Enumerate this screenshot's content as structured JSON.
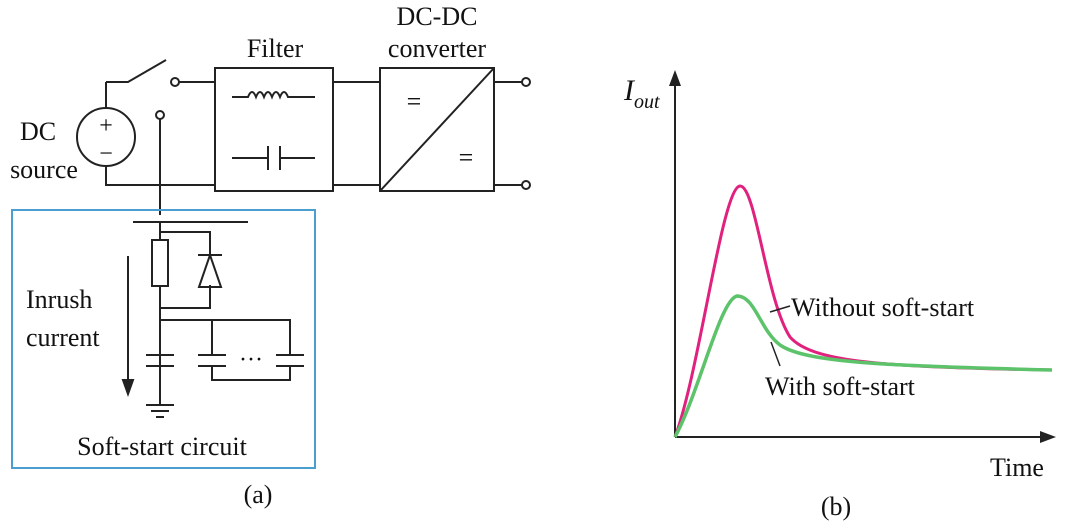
{
  "figure_a": {
    "labels": {
      "filter": "Filter",
      "converter_line1": "DC-DC",
      "converter_line2": "converter",
      "dc": "DC",
      "source": "source",
      "inrush_line1": "Inrush",
      "inrush_line2": "current",
      "softstart": "Soft-start circuit",
      "dots": "···",
      "plus": "+",
      "minus": "−",
      "eq": "=",
      "panel": "(a)"
    }
  },
  "figure_b": {
    "labels": {
      "ylabel_main": "I",
      "ylabel_sub": "out",
      "xlabel": "Time",
      "without": "Without soft-start",
      "with": "With soft-start",
      "panel": "(b)"
    }
  },
  "colors": {
    "ink": "#222222",
    "box_outline": "#4a9fd0",
    "without_curve": "#e0217e",
    "with_curve": "#5cc36b"
  }
}
